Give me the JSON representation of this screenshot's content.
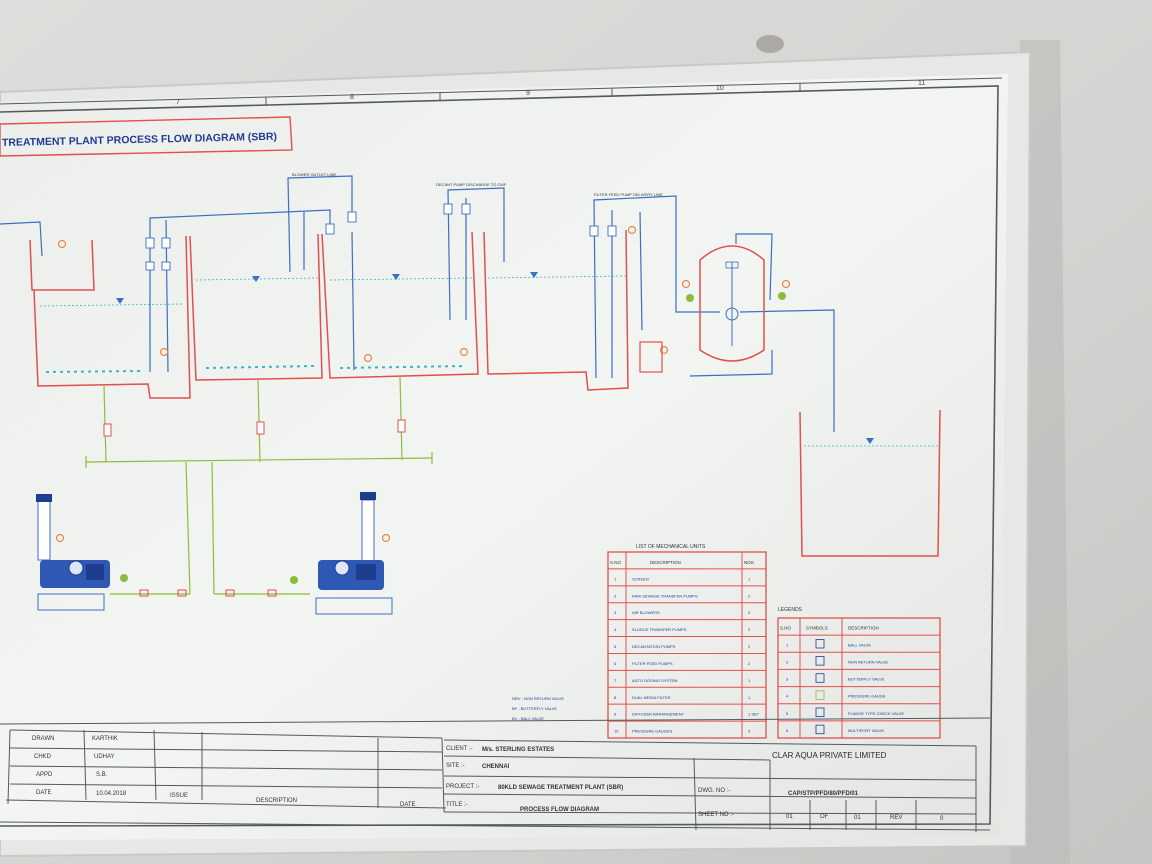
{
  "photo": {
    "wall_color": "#d3d5d2",
    "board_color": "#e9ebe8",
    "sheet_color": "#f1f3f1",
    "line_red": "#e0504d",
    "line_blue": "#3b6fc4",
    "line_green": "#8cbd3a"
  },
  "drawing": {
    "title": "TREATMENT PLANT PROCESS FLOW DIAGRAM (SBR)",
    "grid_numbers": [
      "7",
      "8",
      "9",
      "10",
      "11"
    ],
    "labels": {
      "blower_outlet": "BLOWER OUTLET LINE",
      "decant_pump": "DECANT PUMP DISCHARGE TO CMF",
      "filter_feed": "FILTER FEED PUMP DELIVERY LINE"
    }
  },
  "mechanical_units": {
    "heading": "LIST OF MECHANICAL UNITS",
    "columns": [
      "S.NO",
      "DESCRIPTION",
      "NOS"
    ],
    "rows": [
      {
        "no": "1",
        "desc": "SCREEN",
        "nos": "1"
      },
      {
        "no": "2",
        "desc": "RAW SEWAGE TRANSFER PUMPS",
        "nos": "2"
      },
      {
        "no": "3",
        "desc": "AIR BLOWERS",
        "nos": "2"
      },
      {
        "no": "4",
        "desc": "SLUDGE TRANSFER PUMPS",
        "nos": "2"
      },
      {
        "no": "5",
        "desc": "DECANTATION PUMPS",
        "nos": "2"
      },
      {
        "no": "6",
        "desc": "FILTER FEED PUMPS",
        "nos": "2"
      },
      {
        "no": "7",
        "desc": "AUTO DOSING SYSTEM",
        "nos": "1"
      },
      {
        "no": "8",
        "desc": "DUAL MEDIA FILTER",
        "nos": "1"
      },
      {
        "no": "9",
        "desc": "DIFFUSER ARRANGEMENT",
        "nos": "1 SET"
      },
      {
        "no": "10",
        "desc": "PRESSURE GAUGES",
        "nos": "3"
      }
    ]
  },
  "legends": {
    "heading": "LEGENDS",
    "columns": [
      "S.NO",
      "SYMBOLS",
      "DESCRIPTION"
    ],
    "rows": [
      {
        "no": "1",
        "desc": "BALL VALVE"
      },
      {
        "no": "2",
        "desc": "NON RETURN VALVE"
      },
      {
        "no": "3",
        "desc": "BUTTERFLY VALVE"
      },
      {
        "no": "4",
        "desc": "PRESSURE GAUGE"
      },
      {
        "no": "5",
        "desc": "FLANGE TYPE CHECK VALVE"
      },
      {
        "no": "6",
        "desc": "MULTIPORT VALVE"
      }
    ]
  },
  "notes": [
    "NRV - NON RETURN VALVE",
    "BF - BUTTERFLY VALVE",
    "BV - BALL VALVE"
  ],
  "title_block": {
    "drawn_label": "DRAWN",
    "drawn_value": "KARTHIK",
    "chkd_label": "CHKD",
    "chkd_value": "UDHAY",
    "appd_label": "APPD",
    "appd_value": "S.B.",
    "date_label": "DATE",
    "date_value": "10.04.2018",
    "issue_label": "ISSUE",
    "description_label": "DESCRIPTION",
    "date2_label": "DATE",
    "client_label": "CLIENT :-",
    "client_value": "M/s. STERLING ESTATES",
    "site_label": "SITE :-",
    "site_value": "CHENNAI",
    "project_label": "PROJECT :-",
    "project_value": "80KLD SEWAGE TREATMENT PLANT (SBR)",
    "title_label": "TITLE :-",
    "title_value": "PROCESS FLOW DIAGRAM",
    "company": "CLAR AQUA PRIVATE LIMITED",
    "dwg_label": "DWG. NO :-",
    "dwg_value": "CAP/STP/PFD/80/PFD/01",
    "sheet_label": "SHEET NO :-",
    "sheet_cells": [
      "01",
      "OF",
      "01",
      "REV",
      "0"
    ]
  }
}
